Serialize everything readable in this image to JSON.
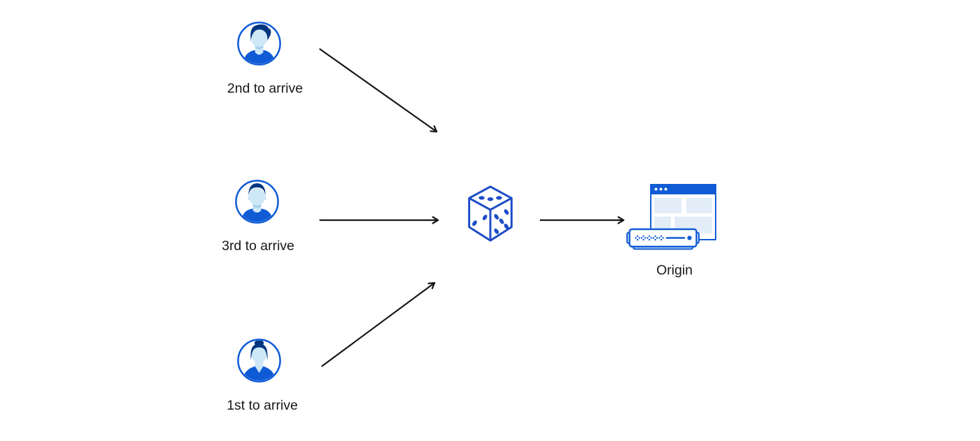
{
  "diagram": {
    "actors": [
      {
        "id": "user-2nd",
        "label": "2nd to arrive",
        "avatar_icon": "male-user-quiff-avatar-icon"
      },
      {
        "id": "user-3rd",
        "label": "3rd to arrive",
        "avatar_icon": "male-user-short-hair-avatar-icon"
      },
      {
        "id": "user-1st",
        "label": "1st to arrive",
        "avatar_icon": "female-user-bun-avatar-icon"
      }
    ],
    "router": {
      "icon": "dice-icon"
    },
    "destination": {
      "label": "Origin",
      "icon": "origin-server-browser-icon"
    },
    "arrows": [
      {
        "from": "user-2nd",
        "to": "dice"
      },
      {
        "from": "user-3rd",
        "to": "dice"
      },
      {
        "from": "user-1st",
        "to": "dice"
      },
      {
        "from": "dice",
        "to": "origin"
      }
    ],
    "colors": {
      "primary_blue": "#0f5bd6",
      "dark_navy": "#003580",
      "face_light_blue": "#cde7f6",
      "dice_blue": "#1d4cc6",
      "panel_light_blue": "#e2edf7",
      "arrow_black": "#161616"
    }
  }
}
